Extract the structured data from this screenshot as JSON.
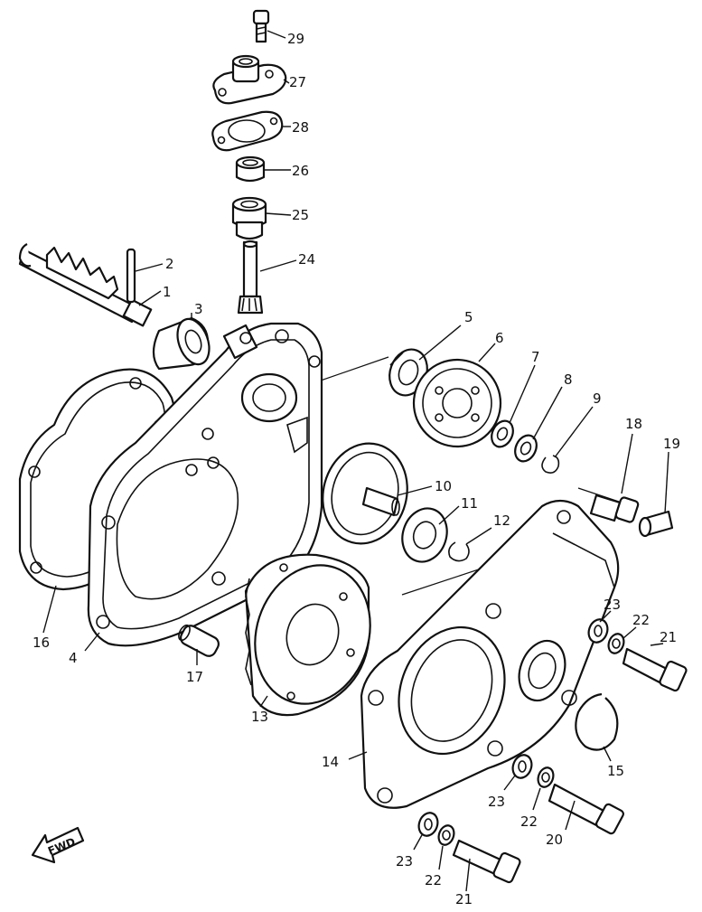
{
  "diagram": {
    "fwd_label": "FWD",
    "callouts": [
      {
        "id": "29",
        "text": "29"
      },
      {
        "id": "27",
        "text": "27"
      },
      {
        "id": "28",
        "text": "28"
      },
      {
        "id": "26",
        "text": "26"
      },
      {
        "id": "25",
        "text": "25"
      },
      {
        "id": "24",
        "text": "24"
      },
      {
        "id": "2",
        "text": "2"
      },
      {
        "id": "1",
        "text": "1"
      },
      {
        "id": "3",
        "text": "3"
      },
      {
        "id": "5",
        "text": "5"
      },
      {
        "id": "6",
        "text": "6"
      },
      {
        "id": "7",
        "text": "7"
      },
      {
        "id": "8",
        "text": "8"
      },
      {
        "id": "9",
        "text": "9"
      },
      {
        "id": "18",
        "text": "18"
      },
      {
        "id": "19",
        "text": "19"
      },
      {
        "id": "10",
        "text": "10"
      },
      {
        "id": "11",
        "text": "11"
      },
      {
        "id": "12",
        "text": "12"
      },
      {
        "id": "23a",
        "text": "23"
      },
      {
        "id": "22a",
        "text": "22"
      },
      {
        "id": "21a",
        "text": "21"
      },
      {
        "id": "16",
        "text": "16"
      },
      {
        "id": "4",
        "text": "4"
      },
      {
        "id": "17",
        "text": "17"
      },
      {
        "id": "13",
        "text": "13"
      },
      {
        "id": "14",
        "text": "14"
      },
      {
        "id": "15",
        "text": "15"
      },
      {
        "id": "23b",
        "text": "23"
      },
      {
        "id": "22b",
        "text": "22"
      },
      {
        "id": "20",
        "text": "20"
      },
      {
        "id": "23c",
        "text": "23"
      },
      {
        "id": "22c",
        "text": "22"
      },
      {
        "id": "21b",
        "text": "21"
      }
    ]
  }
}
